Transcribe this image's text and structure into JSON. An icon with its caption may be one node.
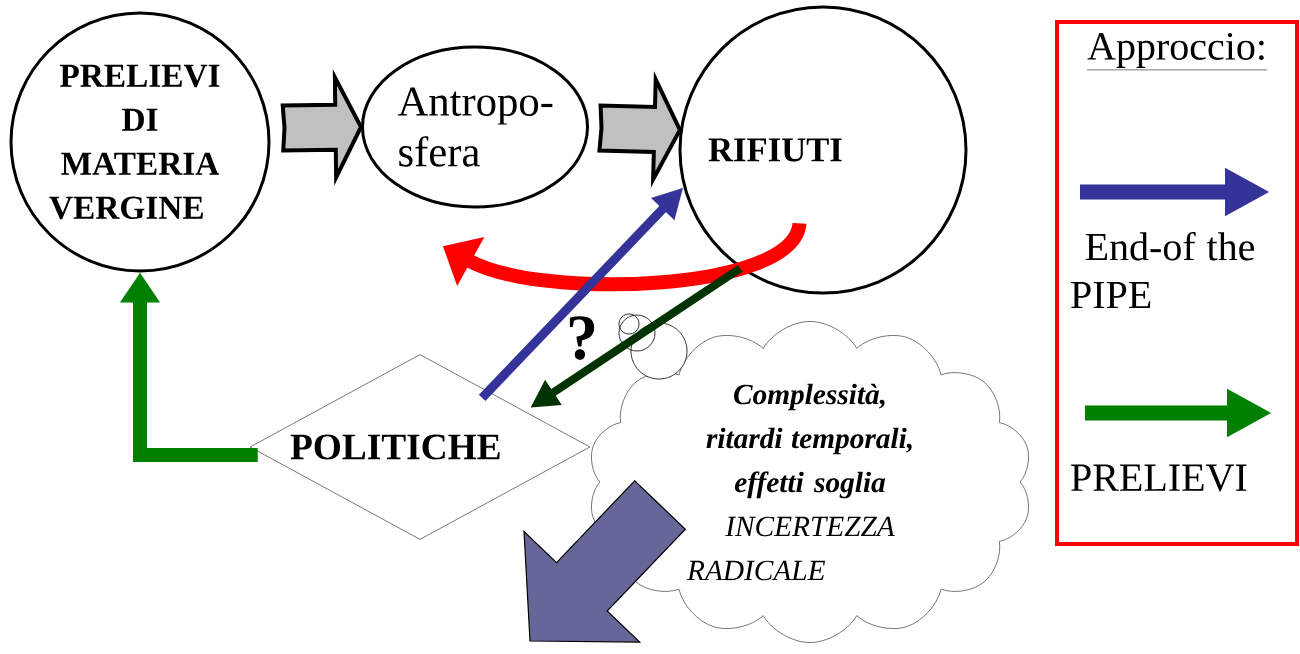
{
  "diagram": {
    "nodes": [
      {
        "text": [
          "PRELIEVI DI MATERIA VERGINE"
        ]
      },
      {
        "text": [
          "Antropo- sfera"
        ]
      },
      {
        "text": [
          "RIFIUTI"
        ]
      },
      {
        "text": [
          "POLITICHE"
        ]
      },
      {
        "text": [
          "**Complessità, ritardi temporali, effetti soglia** INCERTEZZA RADICALE"
        ]
      },
      {
        "text": [
          "Approccio:"
        ]
      }
    ],
    "edges": [
      {
        "from": 0,
        "to": 1,
        "arrow": "to",
        "style": "thick",
        "color": "#c0c0c0"
      },
      {
        "from": 1,
        "to": 2,
        "arrow": "to",
        "style": "thick",
        "color": "#c0c0c0"
      },
      {
        "from": 2,
        "to": 1,
        "arrow": "to",
        "color": "#ff0000"
      },
      {
        "from": 3,
        "to": 2,
        "arrow": "to",
        "color": "#333399"
      },
      {
        "from": 2,
        "to": 3,
        "arrow": "to",
        "color": "#003300"
      },
      {
        "from": 3,
        "to": 0,
        "arrow": "to",
        "color": "#008000"
      },
      {
        "from": 4,
        "to": null,
        "arrow": "to",
        "style": "thick",
        "color": "#666699"
      }
    ],
    "labels": [
      "?"
    ],
    "legend": [
      {
        "text": "End-of the PIPE"
      },
      {
        "text": "PRELIEVI"
      }
    ]
  }
}
